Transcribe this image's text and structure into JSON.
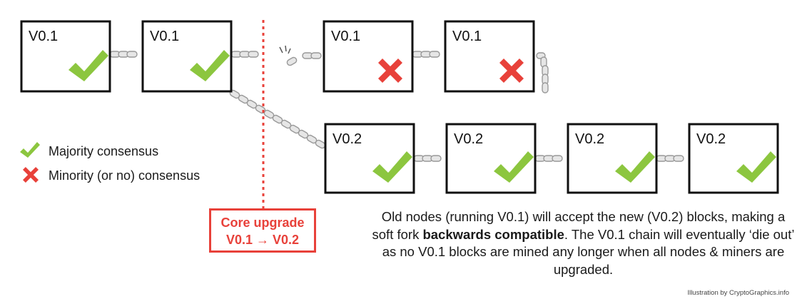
{
  "chain_v01": {
    "blocks": [
      {
        "label": "V0.1",
        "status": "check"
      },
      {
        "label": "V0.1",
        "status": "check"
      },
      {
        "label": "V0.1",
        "status": "cross"
      },
      {
        "label": "V0.1",
        "status": "cross"
      }
    ]
  },
  "chain_v02": {
    "blocks": [
      {
        "label": "V0.2",
        "status": "check"
      },
      {
        "label": "V0.2",
        "status": "check"
      },
      {
        "label": "V0.2",
        "status": "check"
      },
      {
        "label": "V0.2",
        "status": "check"
      }
    ]
  },
  "legend": {
    "majority": "Majority consensus",
    "minority": "Minority (or no) consensus"
  },
  "upgrade": {
    "line1": "Core upgrade",
    "line2": "V0.1 → V0.2"
  },
  "caption": {
    "part1": "Old nodes (running V0.1) will accept the new (V0.2) blocks, making a soft fork ",
    "bold": "backwards compatible",
    "part2": ". The V0.1 chain will eventually ‘die out’ as no V0.1 blocks are mined any longer when all nodes & miners are upgraded."
  },
  "credit": "Illustration by CryptoGraphics.info",
  "colors": {
    "check": "#8cc63f",
    "cross": "#e8413a",
    "divider": "#e8413a",
    "chain": "#b5b5b5"
  }
}
